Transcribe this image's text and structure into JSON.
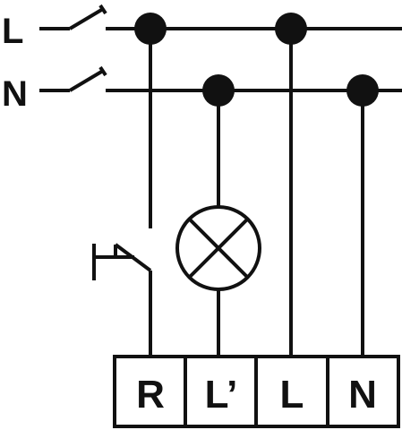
{
  "rails": [
    {
      "id": "line",
      "label": "L"
    },
    {
      "id": "neutral",
      "label": "N"
    }
  ],
  "terminals": [
    {
      "id": "r",
      "label": "R"
    },
    {
      "id": "l-prime",
      "label": "L’"
    },
    {
      "id": "l",
      "label": "L"
    },
    {
      "id": "n",
      "label": "N"
    }
  ],
  "colors": {
    "ink": "#111111",
    "background": "#ffffff"
  },
  "icons": {
    "lamp": "lamp-icon",
    "pushbutton": "pushbutton-icon",
    "main-switch": "switch-icon"
  }
}
